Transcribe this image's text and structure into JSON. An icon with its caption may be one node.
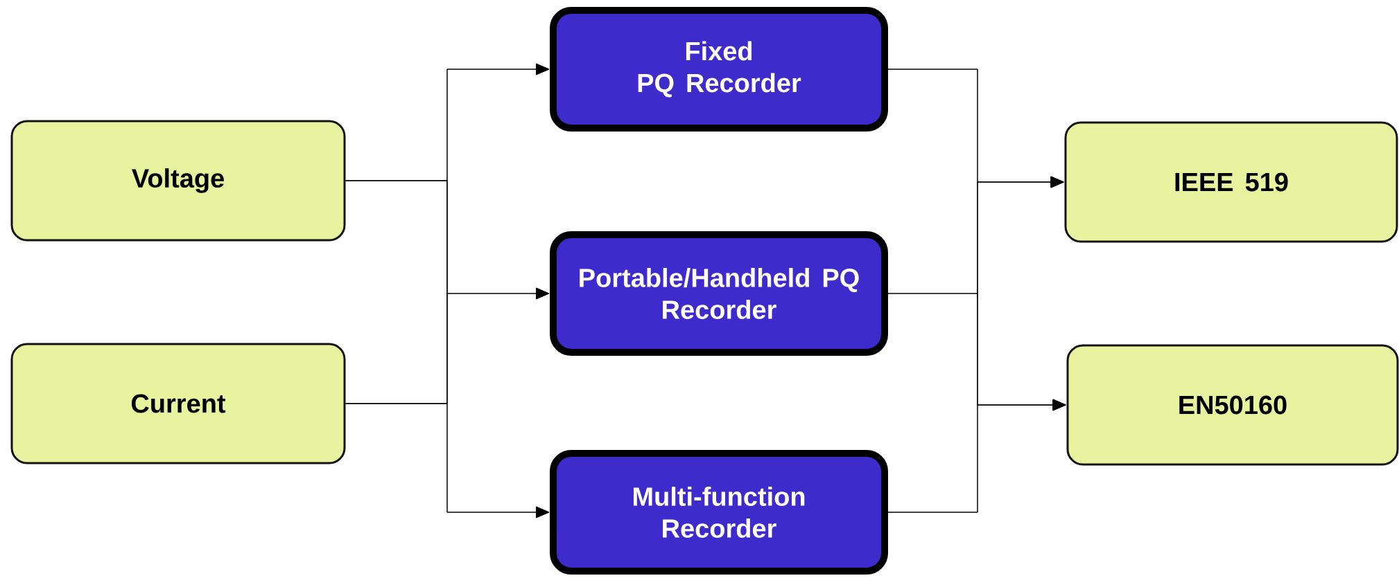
{
  "diagram": {
    "nodes": [
      {
        "text": [
          "Voltage"
        ]
      },
      {
        "text": [
          "Current"
        ]
      },
      {
        "text": [
          "Fixed PQ Recorder"
        ]
      },
      {
        "text": [
          "Portable/Handheld PQ Recorder"
        ]
      },
      {
        "text": [
          "Multi-function Recorder"
        ]
      },
      {
        "text": [
          "IEEE 519"
        ]
      },
      {
        "text": [
          "EN50160"
        ]
      }
    ],
    "edges": [
      {
        "from": 0,
        "to": 2,
        "arrow": "to"
      },
      {
        "from": 0,
        "to": 3,
        "arrow": "to"
      },
      {
        "from": 0,
        "to": 4,
        "arrow": "to"
      },
      {
        "from": 1,
        "to": 2,
        "arrow": "to"
      },
      {
        "from": 1,
        "to": 3,
        "arrow": "to"
      },
      {
        "from": 1,
        "to": 4,
        "arrow": "to"
      },
      {
        "from": 2,
        "to": 5,
        "arrow": "to"
      },
      {
        "from": 2,
        "to": 6,
        "arrow": "to"
      },
      {
        "from": 3,
        "to": 5,
        "arrow": "to"
      },
      {
        "from": 3,
        "to": 6,
        "arrow": "to"
      },
      {
        "from": 4,
        "to": 5,
        "arrow": "to"
      },
      {
        "from": 4,
        "to": 6,
        "arrow": "to"
      }
    ]
  }
}
